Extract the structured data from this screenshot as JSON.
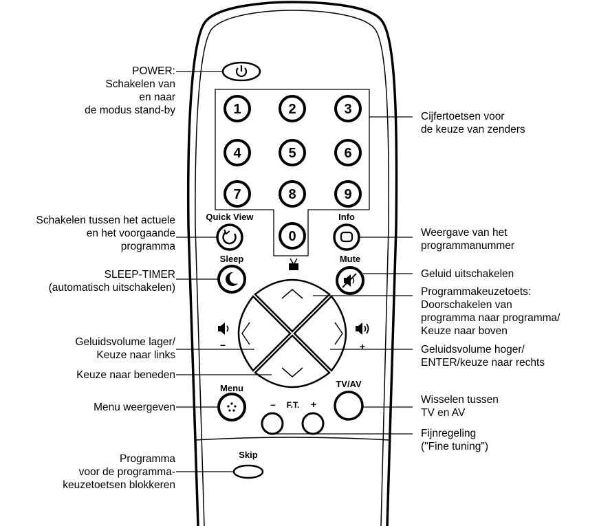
{
  "remote": {
    "digits": [
      "1",
      "2",
      "3",
      "4",
      "5",
      "6",
      "7",
      "8",
      "9",
      "0"
    ],
    "labels": {
      "quick_view": "Quick View",
      "info": "Info",
      "sleep": "Sleep",
      "mute": "Mute",
      "menu": "Menu",
      "tvav": "TV/AV",
      "ft": "F.T.",
      "ft_minus": "–",
      "ft_plus": "+",
      "skip": "Skip",
      "vol_minus": "–",
      "vol_plus": "+"
    }
  },
  "annotations": {
    "power": [
      "POWER:",
      "Schakelen van",
      "en naar",
      "de modus stand-by"
    ],
    "digits": [
      "Cijfertoetsen voor",
      "de keuze van zenders"
    ],
    "quickview": [
      "Schakelen tussen het actuele",
      "en het voorgaande",
      "programma"
    ],
    "info": [
      "Weergave van het",
      "programmanummer"
    ],
    "sleep": [
      "SLEEP-TIMER",
      "(automatisch uitschakelen)"
    ],
    "mute": [
      "Geluid uitschakelen"
    ],
    "prog_up": [
      "Programmakeuzetoets:",
      "Doorschakelen van",
      "programma naar programma/",
      "Keuze naar boven"
    ],
    "vol_down": [
      "Geluidsvolume lager/",
      "Keuze naar links"
    ],
    "vol_up": [
      "Geluidsvolume hoger/",
      "ENTER/keuze naar rechts"
    ],
    "down": [
      "Keuze naar beneden"
    ],
    "menu": [
      "Menu weergeven"
    ],
    "tvav": [
      "Wisselen tussen",
      "TV en  AV"
    ],
    "finetune": [
      "Fijnregeling",
      "(\"Fine tuning\")"
    ],
    "skip": [
      "Programma",
      "voor de programma-",
      "keuzetoetsen blokkeren"
    ]
  }
}
